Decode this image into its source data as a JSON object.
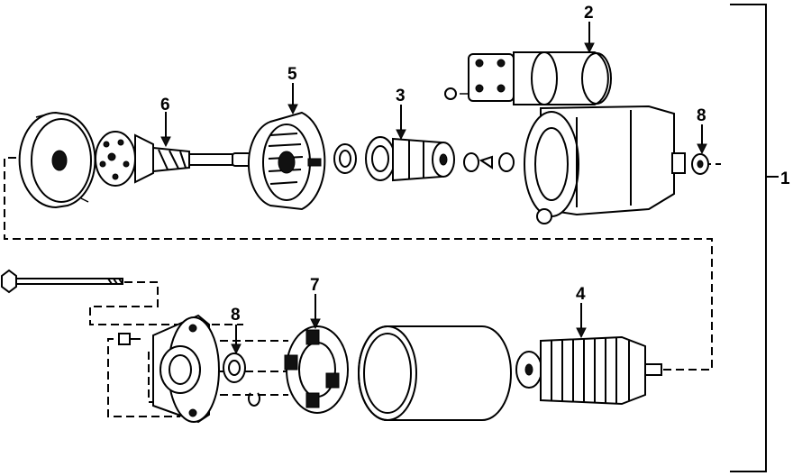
{
  "diagram": {
    "callouts": {
      "c1": "1",
      "c2": "2",
      "c3": "3",
      "c4": "4",
      "c5": "5",
      "c6": "6",
      "c7": "7",
      "c8a": "8",
      "c8b": "8"
    }
  }
}
